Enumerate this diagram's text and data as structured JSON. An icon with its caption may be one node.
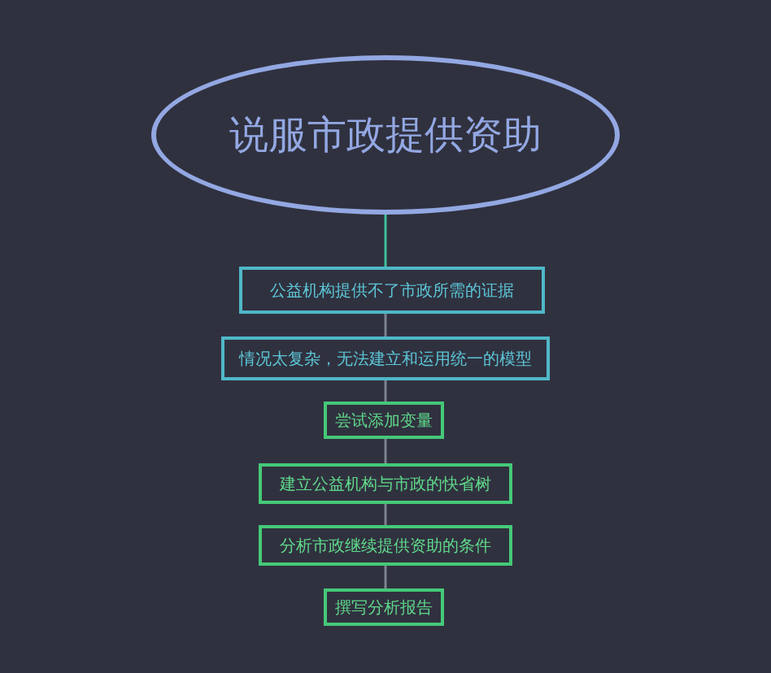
{
  "diagram": {
    "nodes": [
      {
        "text": [
          "说服市政提供资助"
        ]
      },
      {
        "text": [
          "公益机构提供不了市政所需的证据"
        ]
      },
      {
        "text": [
          "情况太复杂，无法建立和运用统一的模型"
        ]
      },
      {
        "text": [
          "尝试添加变量"
        ]
      },
      {
        "text": [
          "建立公益机构与市政的快省树"
        ]
      },
      {
        "text": [
          "分析市政继续提供资助的条件"
        ]
      },
      {
        "text": [
          "撰写分析报告"
        ]
      }
    ],
    "edges": [
      {
        "from": 0,
        "to": 1,
        "arrow": "none",
        "color": "#3fbf9a"
      },
      {
        "from": 1,
        "to": 2,
        "arrow": "none"
      },
      {
        "from": 2,
        "to": 3,
        "arrow": "none"
      },
      {
        "from": 3,
        "to": 4,
        "arrow": "none"
      },
      {
        "from": 4,
        "to": 5,
        "arrow": "none"
      },
      {
        "from": 5,
        "to": 6,
        "arrow": "none"
      }
    ]
  }
}
